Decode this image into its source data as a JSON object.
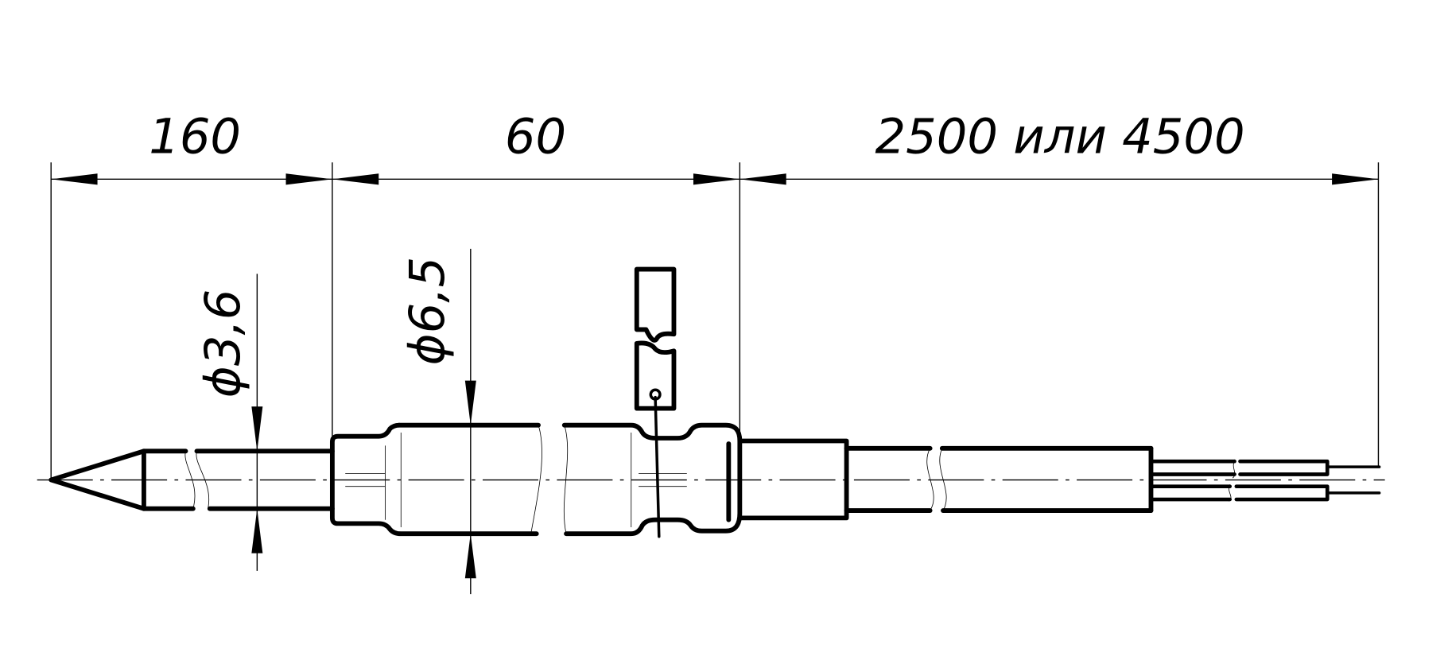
{
  "drawing": {
    "dimensions": {
      "tip_length": "160",
      "body_length": "60",
      "cable_length": "2500 или 4500",
      "tip_diameter": "ϕ3,6",
      "body_diameter": "ϕ6,5"
    },
    "colors": {
      "line": "#000000",
      "background": "#ffffff"
    }
  }
}
